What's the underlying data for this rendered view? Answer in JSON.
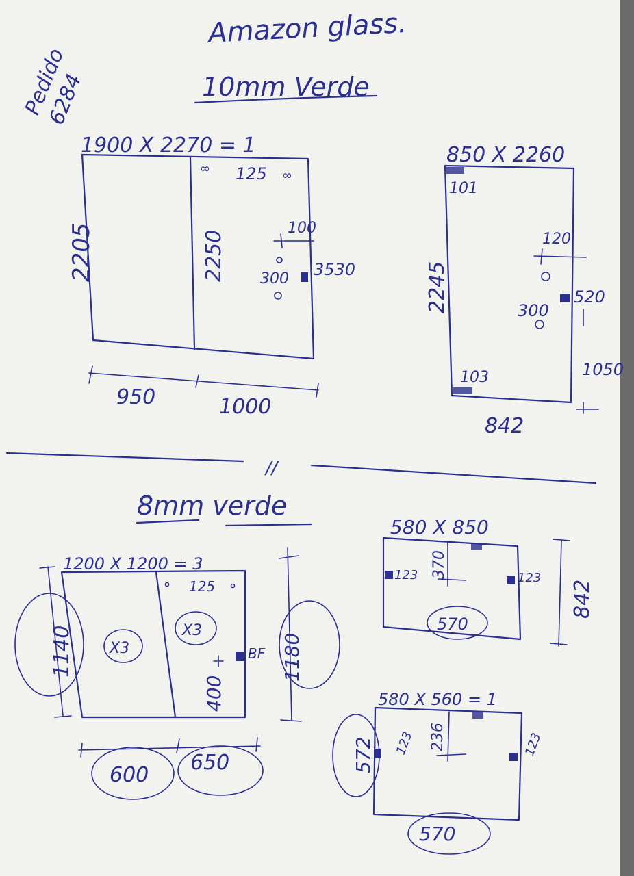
{
  "header": {
    "order_label": "Pedido",
    "order_number": "6284",
    "company": "Amazon glass.",
    "section1_title": "10mm Verde",
    "section2_title": "8mm verde",
    "divider_mark": "//"
  },
  "panel1": {
    "size": "1900 X 2270 = 1",
    "height_left": "2205",
    "height_mid": "2250",
    "top_holes": "125",
    "hole_sym": "∞",
    "offset_top": "100",
    "hole_gap": "300",
    "handle": "3530",
    "width_left": "950",
    "width_right": "1000"
  },
  "panel2": {
    "size": "850 X 2260",
    "corner_top": "101",
    "corner_bottom": "103",
    "height": "2245",
    "offset": "120",
    "hole_gap": "300",
    "handle": "520",
    "bottom": "1050",
    "width": "842"
  },
  "panel3": {
    "size": "1200 X 1200 = 3",
    "height_left": "1140",
    "height_right": "1180",
    "top_holes": "125",
    "mark_left": "X3",
    "mark_right": "X3",
    "offset": "400",
    "handle": "BF",
    "width_left": "600",
    "width_right": "650"
  },
  "panel4": {
    "size": "580 X 850",
    "left": "123",
    "right": "123",
    "offset": "370",
    "width": "570",
    "height": "842"
  },
  "panel5": {
    "size": "580 X 560 = 1",
    "left": "123",
    "right": "123",
    "offset": "236",
    "height": "572",
    "width": "570"
  }
}
